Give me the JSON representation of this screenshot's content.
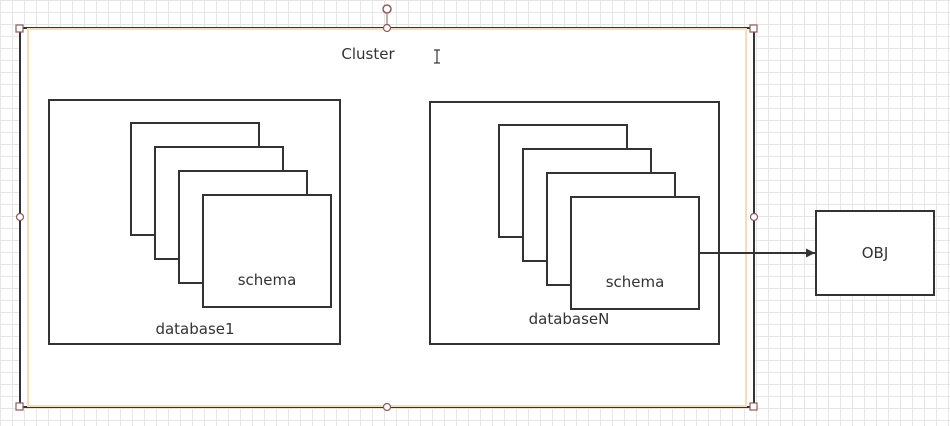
{
  "diagram": {
    "cluster": {
      "label": "Cluster"
    },
    "databases": [
      {
        "label": "database1",
        "schema_label": "schema"
      },
      {
        "label": "databaseN",
        "schema_label": "schema"
      }
    ],
    "external": {
      "label": "OBJ"
    }
  },
  "colors": {
    "stroke": "#333333",
    "selection_outline": "#f5deb3",
    "handle": "#8b5a5a",
    "grid": "#e6e6e6"
  }
}
